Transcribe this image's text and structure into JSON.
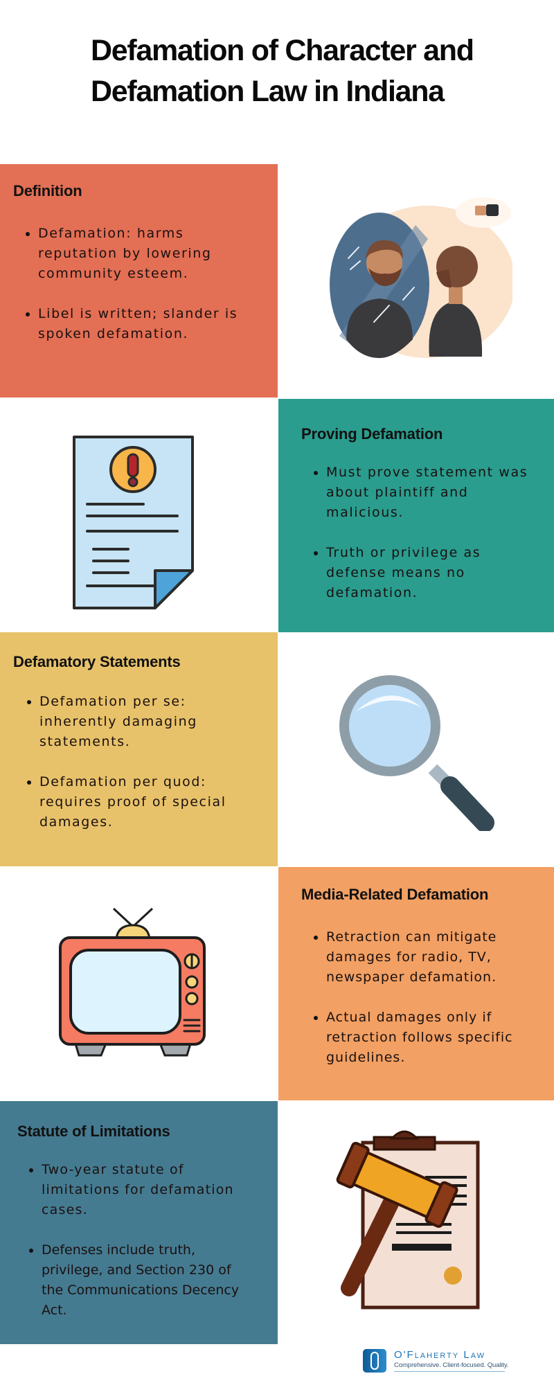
{
  "title": {
    "line1": "Defamation of Character and",
    "line2": "Defamation Law in Indiana"
  },
  "colors": {
    "definition": "#E36F55",
    "proving": "#2A9D8E",
    "statements": "#E8C26A",
    "media": "#F2A063",
    "statute": "#457B91"
  },
  "sections": [
    {
      "heading": "Definition",
      "bullets": [
        "Defamation: harms reputation by lowering community esteem.",
        "Libel is written; slander is spoken defamation."
      ],
      "illustration": "man-looking-in-mirror-thumbs-down"
    },
    {
      "heading": "Proving Defamation",
      "bullets": [
        "Must prove statement was about plaintiff and malicious.",
        "Truth or privilege as defense means no defamation."
      ],
      "illustration": "document-with-warning"
    },
    {
      "heading": "Defamatory Statements",
      "bullets": [
        "Defamation per se: inherently damaging statements.",
        "Defamation per quod: requires proof of special damages."
      ],
      "illustration": "magnifying-glass"
    },
    {
      "heading": "Media-Related Defamation",
      "bullets": [
        "Retraction can mitigate damages for radio, TV, newspaper defamation.",
        "Actual damages only if retraction follows specific guidelines."
      ],
      "illustration": "retro-television"
    },
    {
      "heading": "Statute of Limitations",
      "bullets": [
        "Two-year statute of limitations for defamation cases.",
        "Defenses include truth, privilege, and Section 230 of the Communications Decency Act."
      ],
      "illustration": "gavel-and-clipboard"
    }
  ],
  "logo": {
    "name": "O'Flaherty Law",
    "tagline": "Comprehensive. Client-focused. Quality."
  }
}
